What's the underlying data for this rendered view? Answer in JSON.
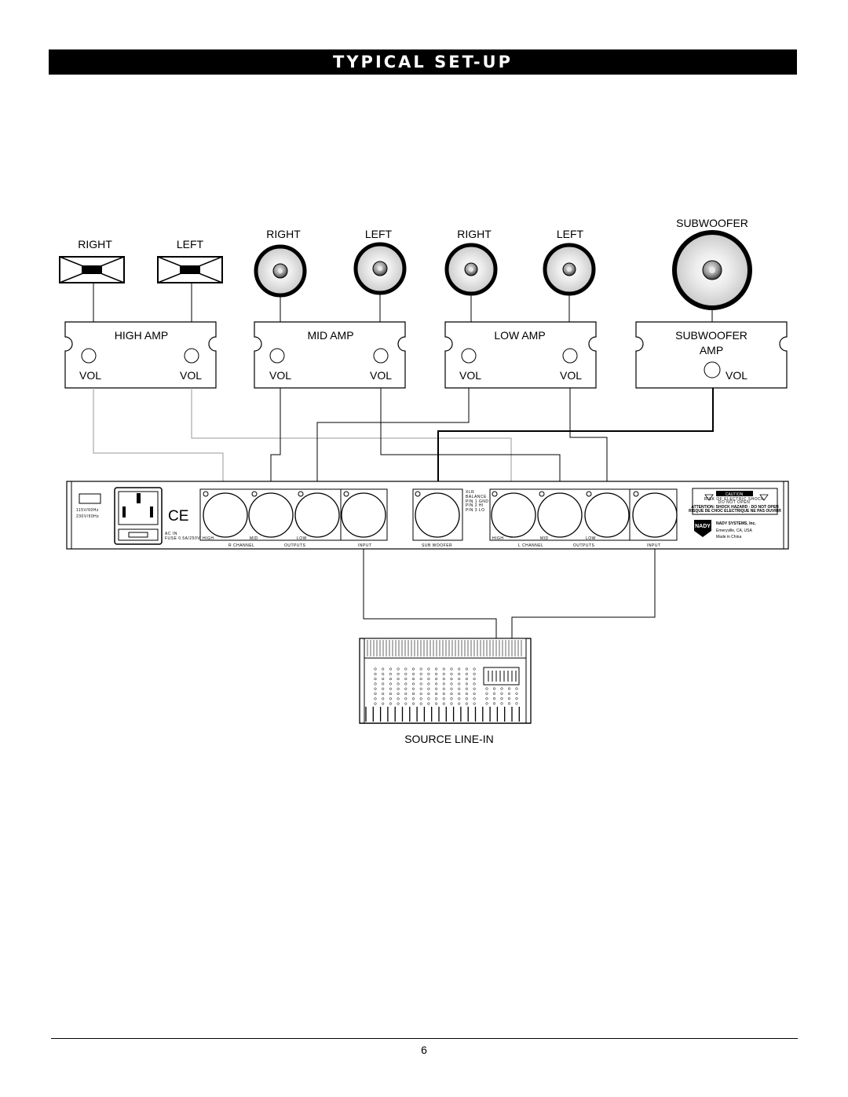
{
  "page": {
    "title": "TYPICAL SET-UP",
    "page_number": "6"
  },
  "tweeters": {
    "right": "RIGHT",
    "left": "LEFT"
  },
  "mid_speakers": {
    "right": "RIGHT",
    "left": "LEFT"
  },
  "low_speakers": {
    "right": "RIGHT",
    "left": "LEFT"
  },
  "subwoofer": {
    "label": "SUBWOOFER"
  },
  "amps": {
    "high": {
      "name": "HIGH AMP",
      "vol_left": "VOL",
      "vol_right": "VOL"
    },
    "mid": {
      "name": "MID AMP",
      "vol_left": "VOL",
      "vol_right": "VOL"
    },
    "low": {
      "name": "LOW AMP",
      "vol_left": "VOL",
      "vol_right": "VOL"
    },
    "sub": {
      "name_line1": "SUBWOOFER",
      "name_line2": "AMP",
      "vol": "VOL"
    }
  },
  "crossover": {
    "voltage_1": "115V/60Hz",
    "voltage_2": "230V/50Hz",
    "ac_in": "AC IN",
    "fuse": "FUSE 0.5A/250V",
    "ce_mark": "CE",
    "r_channel": {
      "high": "HIGH",
      "mid": "MID",
      "low": "LOW",
      "channel": "R CHANNEL",
      "outputs": "OUTPUTS",
      "input": "INPUT"
    },
    "sub_woofer": "SUB WOOFER",
    "xlr_info": [
      "XLR",
      "BALANCE",
      "PIN 1 GND",
      "PIN 2 HI",
      "PIN 3 LO"
    ],
    "l_channel": {
      "high": "HIGH",
      "mid": "MID",
      "low": "LOW",
      "channel": "L CHANNEL",
      "outputs": "OUTPUTS",
      "input": "INPUT"
    },
    "caution": {
      "header": "CAUTION",
      "sub1": "RISK OF ELECTRIC SHOCK",
      "sub2": "DO NOT OPEN",
      "line1": "ATTENTION: SHOCK HAZARD - DO NOT OPEN",
      "line2": "RISQUE DE CHOC ELECTRIQUE NE PAS OUVRIR"
    },
    "brand": {
      "logo": "NADY",
      "name": "NADY SYSTEMS, Inc.",
      "location": "Emeryville, CA, USA",
      "made_in": "Made in China"
    }
  },
  "mixer": {
    "label": "SOURCE LINE-IN"
  }
}
